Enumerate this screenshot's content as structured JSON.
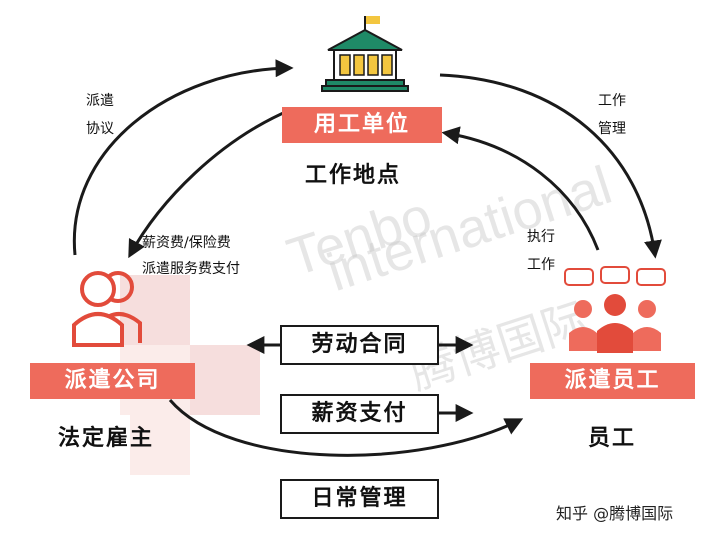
{
  "nodes": {
    "client": {
      "label": "用工单位",
      "sub": "工作地点"
    },
    "agency": {
      "label": "派遣公司",
      "sub": "法定雇主"
    },
    "employee": {
      "label": "派遣员工",
      "sub": "员工"
    }
  },
  "center_boxes": {
    "contract": "劳动合同",
    "salary": "薪资支付",
    "daily": "日常管理"
  },
  "edge_labels": {
    "dispatch_agreement": [
      "派遣",
      "协议"
    ],
    "work_management": [
      "工作",
      "管理"
    ],
    "fees": [
      "薪资费/保险费",
      "派遣服务费支付"
    ],
    "execute_work": [
      "执行",
      "工作"
    ]
  },
  "watermark": {
    "line1": "Tenbo",
    "line2": "international",
    "line3": "腾博国际"
  },
  "source_tag": "知乎 @腾博国际",
  "colors": {
    "accent": "#ee6b5c",
    "building_green": "#1f8a67",
    "building_gold": "#f3c63f"
  }
}
